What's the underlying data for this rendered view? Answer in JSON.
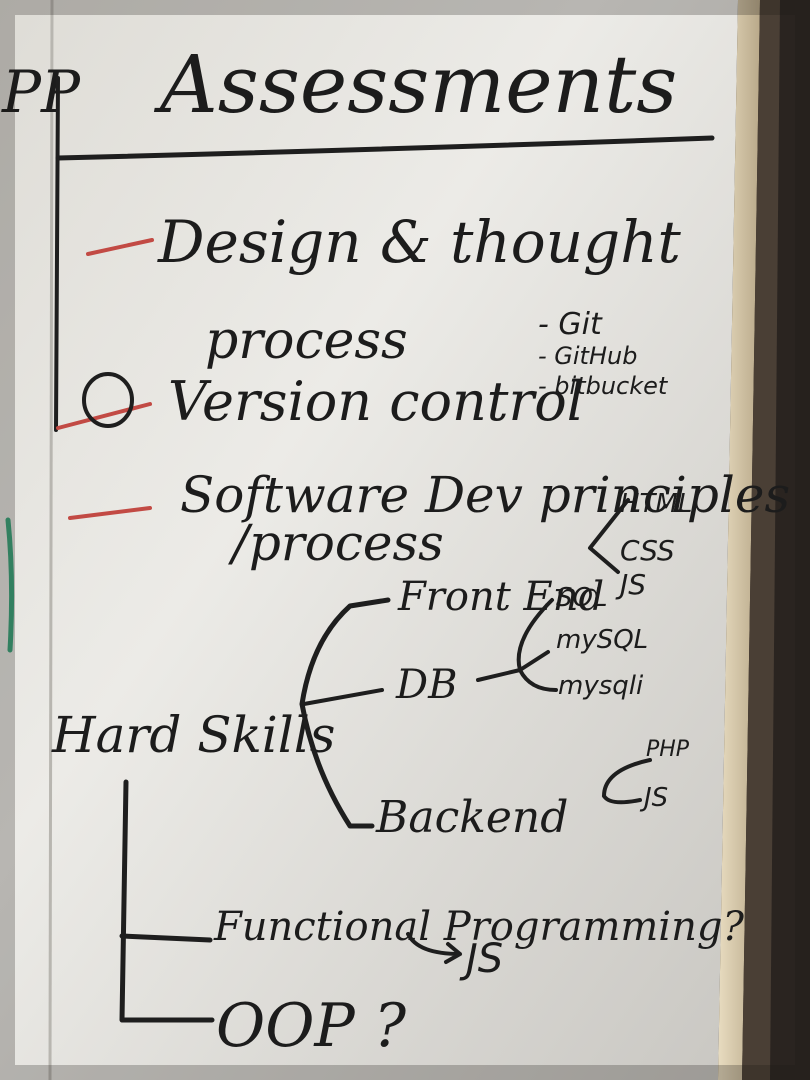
{
  "heading": "Assessments",
  "bullets": {
    "design": "Design & thought",
    "design_cont": "process",
    "version_control": "Version control",
    "version_control_items": [
      "- Git",
      "- GitHub",
      "- bitbucket"
    ],
    "software_dev": "Software Dev principles",
    "software_dev_cont": "/process"
  },
  "hard_skills": {
    "label": "Hard Skills",
    "front_end": {
      "label": "Front End",
      "items": [
        "HTML",
        "CSS",
        "JS"
      ]
    },
    "db": {
      "label": "DB",
      "items": [
        "SQL",
        "mySQL",
        "mysqli"
      ]
    },
    "backend": {
      "label": "Backend",
      "items": [
        "PHP",
        "JS"
      ]
    }
  },
  "functional_programming": "Functional Programming?",
  "functional_programming_note": "JS",
  "oop": "OOP ?",
  "colors": {
    "board": "#e9e7e2",
    "ink": "#1c1c1c",
    "red_marker": "#c24a44",
    "green_marker": "#3aa37a",
    "frame": "#d7c9a9",
    "background": "#2a2420"
  }
}
